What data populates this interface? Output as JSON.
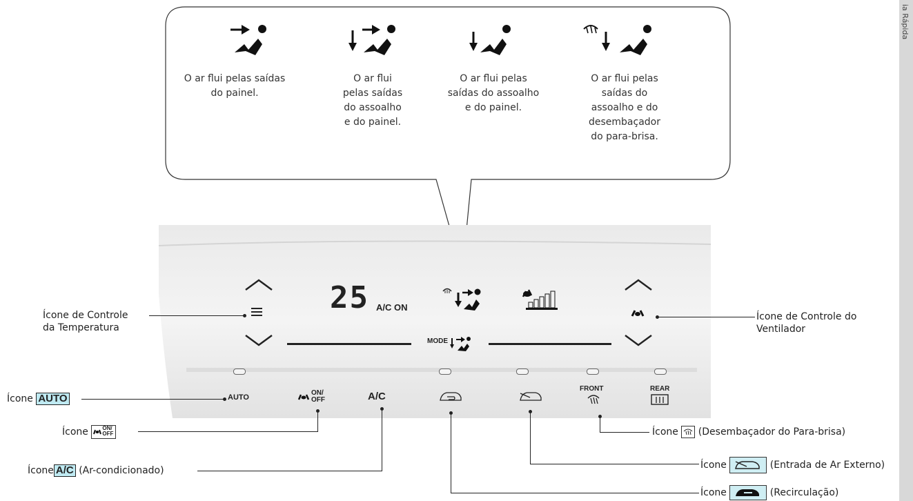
{
  "side_tab": "ia Rápida",
  "modes": [
    {
      "caption": "O ar flui pelas saídas\ndo painel.",
      "icon": "panel-vent-icon"
    },
    {
      "caption": "O ar flui\npelas saídas\ndo assoalho\ne do painel.",
      "icon": "floor-panel-vent-icon"
    },
    {
      "caption": "O ar flui pelas\nsaídas do assoalho\ne do painel.",
      "icon": "floor-vent-icon"
    },
    {
      "caption": "O ar flui pelas\nsaídas do\nassoalho e do\ndesembaçador\ndo para-brisa.",
      "icon": "floor-defrost-vent-icon"
    }
  ],
  "display": {
    "temperature": "25",
    "ac_status": "A/C ON",
    "mode_label": "MODE"
  },
  "buttons": {
    "auto": "AUTO",
    "fan_on": "ON/",
    "fan_off": "OFF",
    "ac": "A/C",
    "front": "FRONT",
    "rear": "REAR"
  },
  "callouts": {
    "temp_control_1": "Ícone de Controle",
    "temp_control_2": "da Temperatura",
    "fan_control_1": "Ícone de Controle do",
    "fan_control_2": "Ventilador",
    "auto_prefix": "Ícone",
    "auto_box": "AUTO",
    "fan_prefix": "Ícone",
    "ac_prefix": "Ícone",
    "ac_box": "A/C",
    "ac_desc": "(Ar-condicionado)",
    "front_prefix": "Ícone",
    "front_desc": "(Desembaçador do Para-brisa)",
    "fresh_prefix": "Ícone",
    "fresh_desc": "(Entrada de Ar Externo)",
    "recirc_prefix": "Ícone",
    "recirc_desc": "(Recirculação)"
  }
}
